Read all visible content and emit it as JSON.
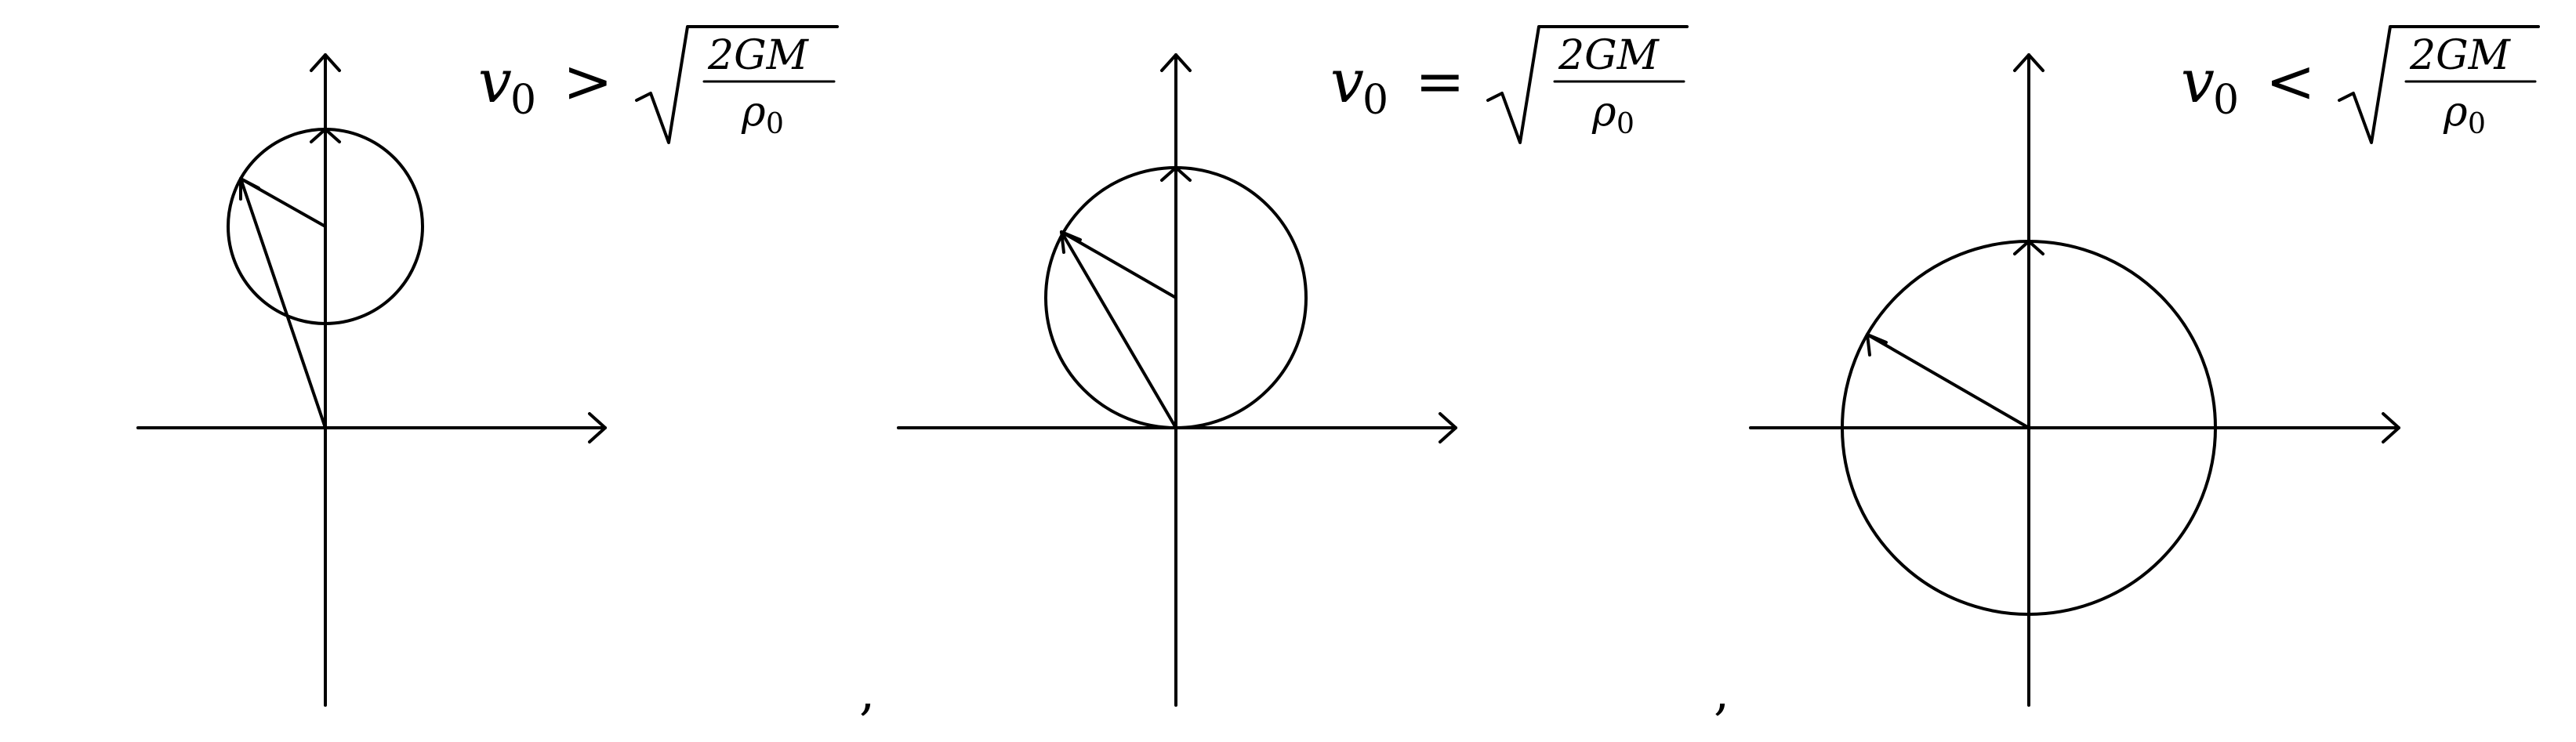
{
  "panels": [
    {
      "id": "escape",
      "velocity_symbol": "v",
      "velocity_subscript": "0",
      "relation": ">",
      "numerator": "2GM",
      "denominator_symbol": "ρ",
      "denominator_subscript": "0"
    },
    {
      "id": "critical",
      "velocity_symbol": "v",
      "velocity_subscript": "0",
      "relation": "=",
      "numerator": "2GM",
      "denominator_symbol": "ρ",
      "denominator_subscript": "0"
    },
    {
      "id": "bound",
      "velocity_symbol": "v",
      "velocity_subscript": "0",
      "relation": "<",
      "numerator": "2GM",
      "denominator_symbol": "ρ",
      "denominator_subscript": "0"
    }
  ],
  "separators": [
    ",",
    ","
  ]
}
